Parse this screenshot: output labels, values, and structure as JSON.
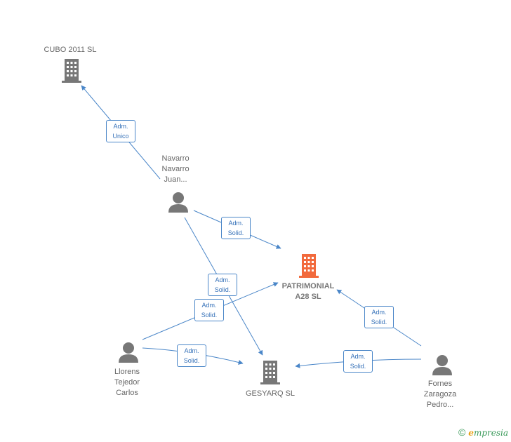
{
  "nodes": {
    "cubo": {
      "label": "CUBO 2011 SL",
      "type": "company"
    },
    "navarro": {
      "label_lines": [
        "Navarro",
        "Navarro",
        "Juan..."
      ],
      "type": "person"
    },
    "patrimonial": {
      "label_lines": [
        "PATRIMONIAL",
        "A28  SL"
      ],
      "type": "company-focus"
    },
    "llorens": {
      "label_lines": [
        "Llorens",
        "Tejedor",
        "Carlos"
      ],
      "type": "person"
    },
    "gesyarq": {
      "label": "GESYARQ  SL",
      "type": "company"
    },
    "fornes": {
      "label_lines": [
        "Fornes",
        "Zaragoza",
        "Pedro..."
      ],
      "type": "person"
    }
  },
  "edges": [
    {
      "id": "navarro-cubo",
      "from": "Navarro Navarro Juan...",
      "to": "CUBO 2011 SL",
      "label_lines": [
        "Adm.",
        "Unico"
      ]
    },
    {
      "id": "navarro-patrimonial",
      "from": "Navarro Navarro Juan...",
      "to": "PATRIMONIAL A28 SL",
      "label_lines": [
        "Adm.",
        "Solid."
      ]
    },
    {
      "id": "navarro-gesyarq",
      "from": "Navarro Navarro Juan...",
      "to": "GESYARQ SL",
      "label_lines": [
        "Adm.",
        "Solid."
      ]
    },
    {
      "id": "llorens-patrimonial",
      "from": "Llorens Tejedor Carlos",
      "to": "PATRIMONIAL A28 SL",
      "label_lines": [
        "Adm.",
        "Solid."
      ]
    },
    {
      "id": "llorens-gesyarq",
      "from": "Llorens Tejedor Carlos",
      "to": "GESYARQ SL",
      "label_lines": [
        "Adm.",
        "Solid."
      ]
    },
    {
      "id": "fornes-patrimonial",
      "from": "Fornes Zaragoza Pedro...",
      "to": "PATRIMONIAL A28 SL",
      "label_lines": [
        "Adm.",
        "Solid."
      ]
    },
    {
      "id": "fornes-gesyarq",
      "from": "Fornes Zaragoza Pedro...",
      "to": "GESYARQ SL",
      "label_lines": [
        "Adm.",
        "Solid."
      ]
    }
  ],
  "colors": {
    "edge": "#4a86c8",
    "company_icon": "#777777",
    "focus_icon": "#f26a3d",
    "person_icon": "#777777"
  },
  "footer": {
    "copyright": "©",
    "brand_initial": "e",
    "brand_rest": "mpresia"
  }
}
